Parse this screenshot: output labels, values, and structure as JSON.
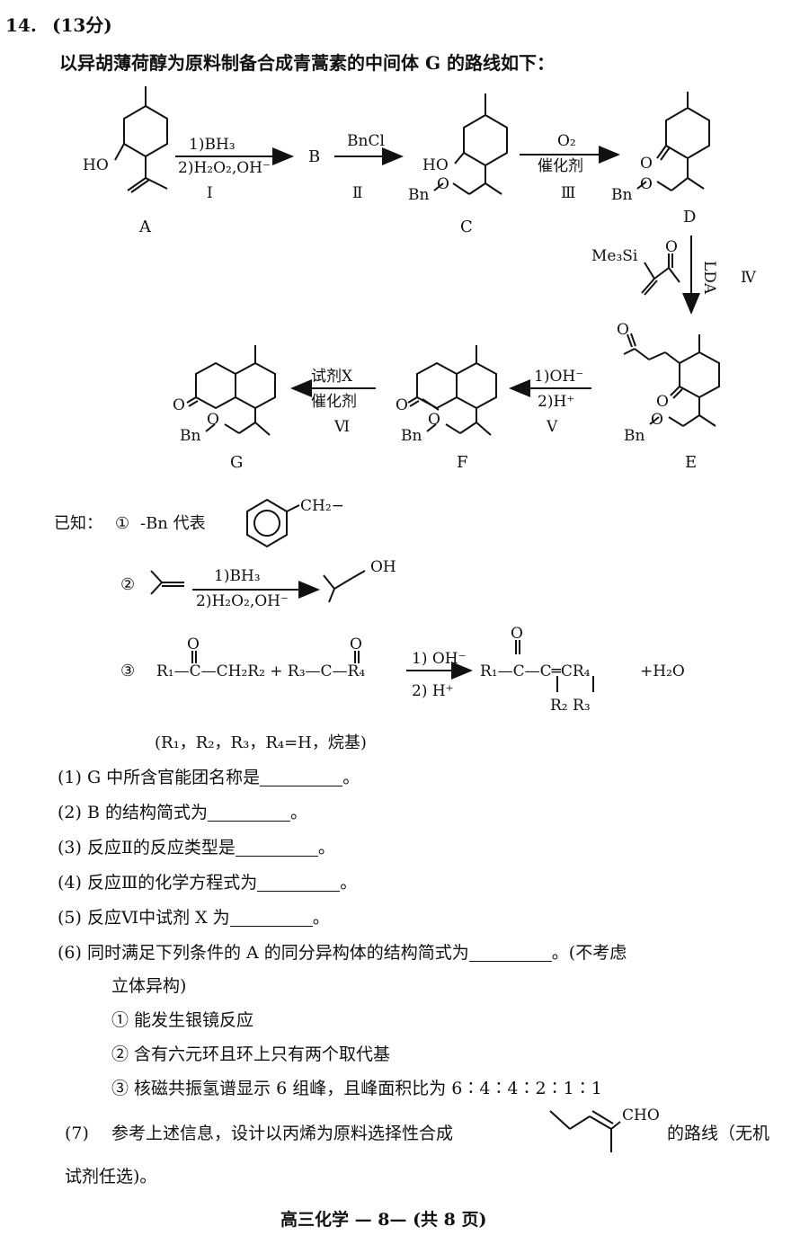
{
  "question": {
    "number": "14.",
    "points": "(13分)",
    "intro": "以异胡薄荷醇为原料制备合成青蒿素的中间体 G 的路线如下："
  },
  "scheme": {
    "compounds": {
      "A": "A",
      "B": "B",
      "C": "C",
      "D": "D",
      "E": "E",
      "F": "F",
      "G": "G"
    },
    "atom_labels": {
      "HO": "HO",
      "Bn": "Bn",
      "O": "O",
      "Me3Si": "Me₃Si"
    },
    "steps": {
      "I": {
        "top": "1)BH₃",
        "bottom": "2)H₂O₂,OH⁻",
        "roman": "Ⅰ"
      },
      "II": {
        "top": "BnCl",
        "roman": "Ⅱ"
      },
      "III": {
        "top": "O₂",
        "middle": "催化剂",
        "roman": "Ⅲ"
      },
      "IV": {
        "reagent": "LDA",
        "roman": "Ⅳ"
      },
      "V": {
        "top": "1)OH⁻",
        "bottom": "2)H⁺",
        "roman": "Ⅴ"
      },
      "VI": {
        "top": "试剂X",
        "middle": "催化剂",
        "roman": "Ⅵ"
      }
    }
  },
  "known": {
    "heading": "已知：",
    "item1": {
      "num": "①",
      "text": "-Bn 代表",
      "group": "CH₂−"
    },
    "item2": {
      "num": "②",
      "top": "1)BH₃",
      "bottom": "2)H₂O₂,OH⁻",
      "product": "OH"
    },
    "item3": {
      "num": "③",
      "reactant": "R₁—C—CH₂R₂ + R₃—C—R₄",
      "conditions_top": "1) OH⁻",
      "conditions_bottom": "2) H⁺",
      "product": "R₁—C—C═CR₄",
      "product_subs": "R₂  R₃",
      "byproduct": "+H₂O",
      "oxygen": "O",
      "note": "(R₁，R₂，R₃，R₄=H，烷基)"
    }
  },
  "questions": [
    {
      "num": "(1)",
      "before": "G 中所含官能团名称是",
      "after": "。"
    },
    {
      "num": "(2)",
      "before": "B 的结构简式为",
      "after": "。"
    },
    {
      "num": "(3)",
      "before": "反应Ⅱ的反应类型是",
      "after": "。"
    },
    {
      "num": "(4)",
      "before": "反应Ⅲ的化学方程式为",
      "after": "。"
    },
    {
      "num": "(5)",
      "before": "反应Ⅵ中试剂 X 为",
      "after": "。"
    },
    {
      "num": "(6)",
      "before": "同时满足下列条件的 A 的同分异构体的结构简式为",
      "after": "。(不考虑"
    },
    {
      "num": "",
      "before": "立体异构)",
      "after": ""
    }
  ],
  "conditions6": [
    "① 能发生银镜反应",
    "② 含有六元环且环上只有两个取代基",
    "③ 核磁共振氢谱显示 6 组峰，且峰面积比为 6∶4∶4∶2∶1∶1"
  ],
  "q7": {
    "num": "(7)",
    "before": "参考上述信息，设计以丙烯为原料选择性合成",
    "cho": "CHO",
    "after": "的路线（无机",
    "line2": "试剂任选)。"
  },
  "footer": "高三化学 — 8— (共 8 页)"
}
